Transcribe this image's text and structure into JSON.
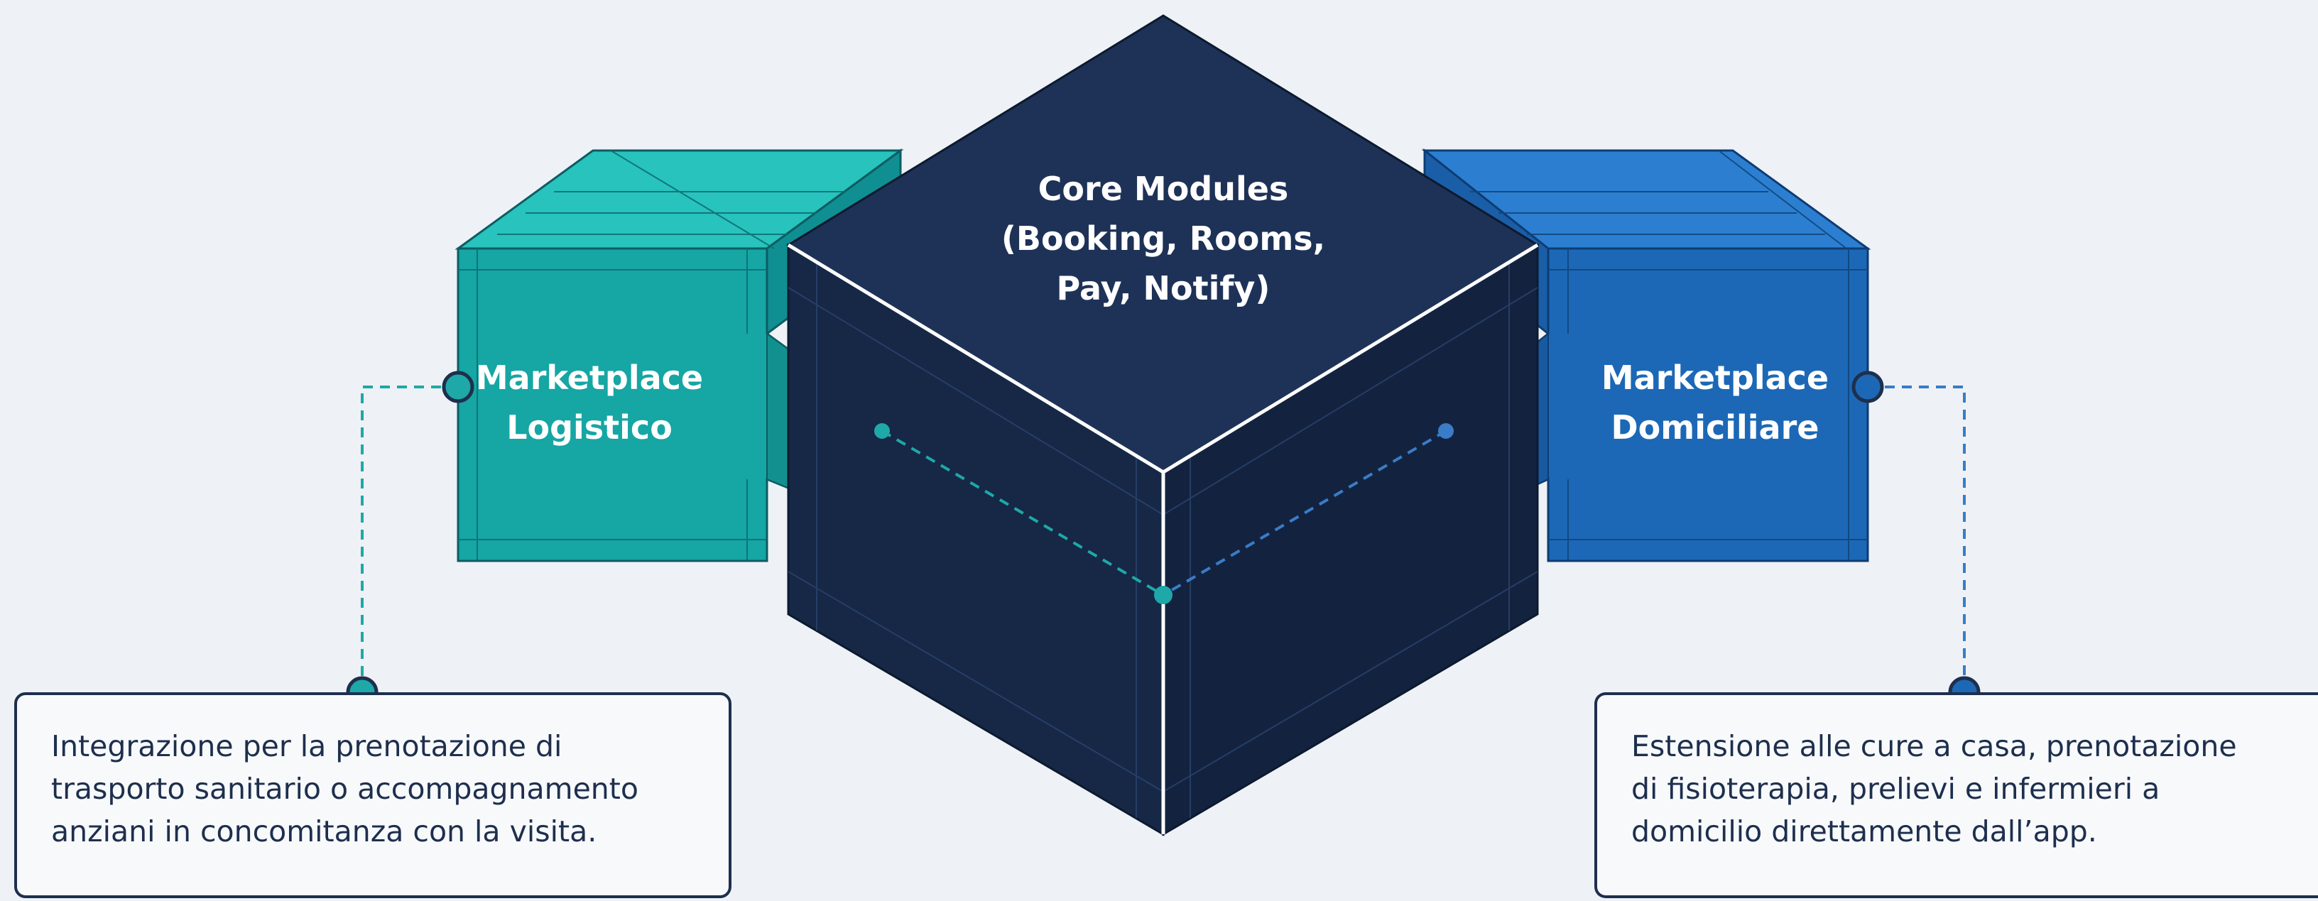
{
  "core": {
    "title_lines": [
      "Core Modules",
      "(Booking, Rooms,",
      "Pay, Notify)"
    ]
  },
  "left_module": {
    "title_lines": [
      "Marketplace",
      "Logistico"
    ],
    "description_lines": [
      "Integrazione per la prenotazione di",
      "trasporto sanitario o accompagnamento",
      "anziani in concomitanza con la visita."
    ]
  },
  "right_module": {
    "title_lines": [
      "Marketplace",
      "Domiciliare"
    ],
    "description_lines": [
      "Estensione alle cure a casa, prenotazione",
      "di fisioterapia, prelievi e infermieri a",
      "domicilio direttamente dall’app."
    ]
  },
  "colors": {
    "background": "#eef2f6",
    "core_top": "#1e3257",
    "core_left": "#162846",
    "core_right": "#13233f",
    "teal": "#16a6a4",
    "blue": "#1c68b6",
    "text_dark": "#1e2f4d",
    "white": "#ffffff"
  }
}
